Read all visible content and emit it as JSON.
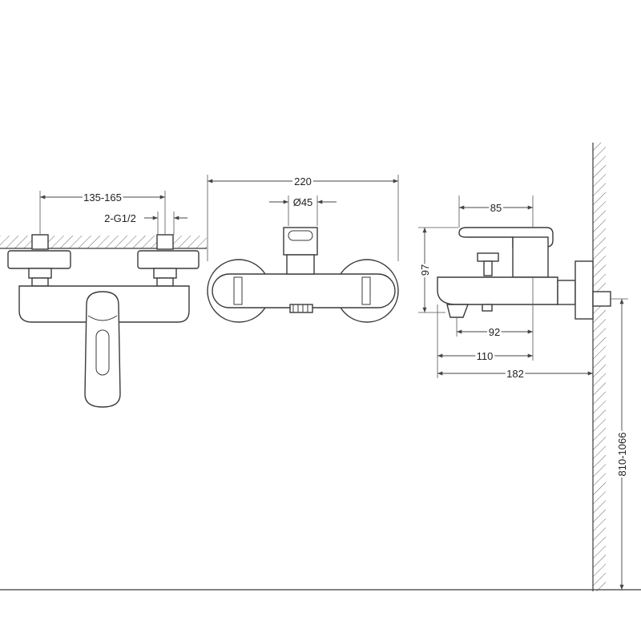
{
  "dimensions": {
    "inlet_spacing": "135-165",
    "inlet_thread": "2-G1/2",
    "overall_width": "220",
    "aerator_diameter": "Ø45",
    "handle_depth": "85",
    "body_height": "97",
    "spout_projection": "92",
    "body_projection": "110",
    "total_projection": "182",
    "mounting_height": "810-1066"
  },
  "colors": {
    "line": "#3a3a3a",
    "hatch": "#555555",
    "background": "#ffffff"
  }
}
